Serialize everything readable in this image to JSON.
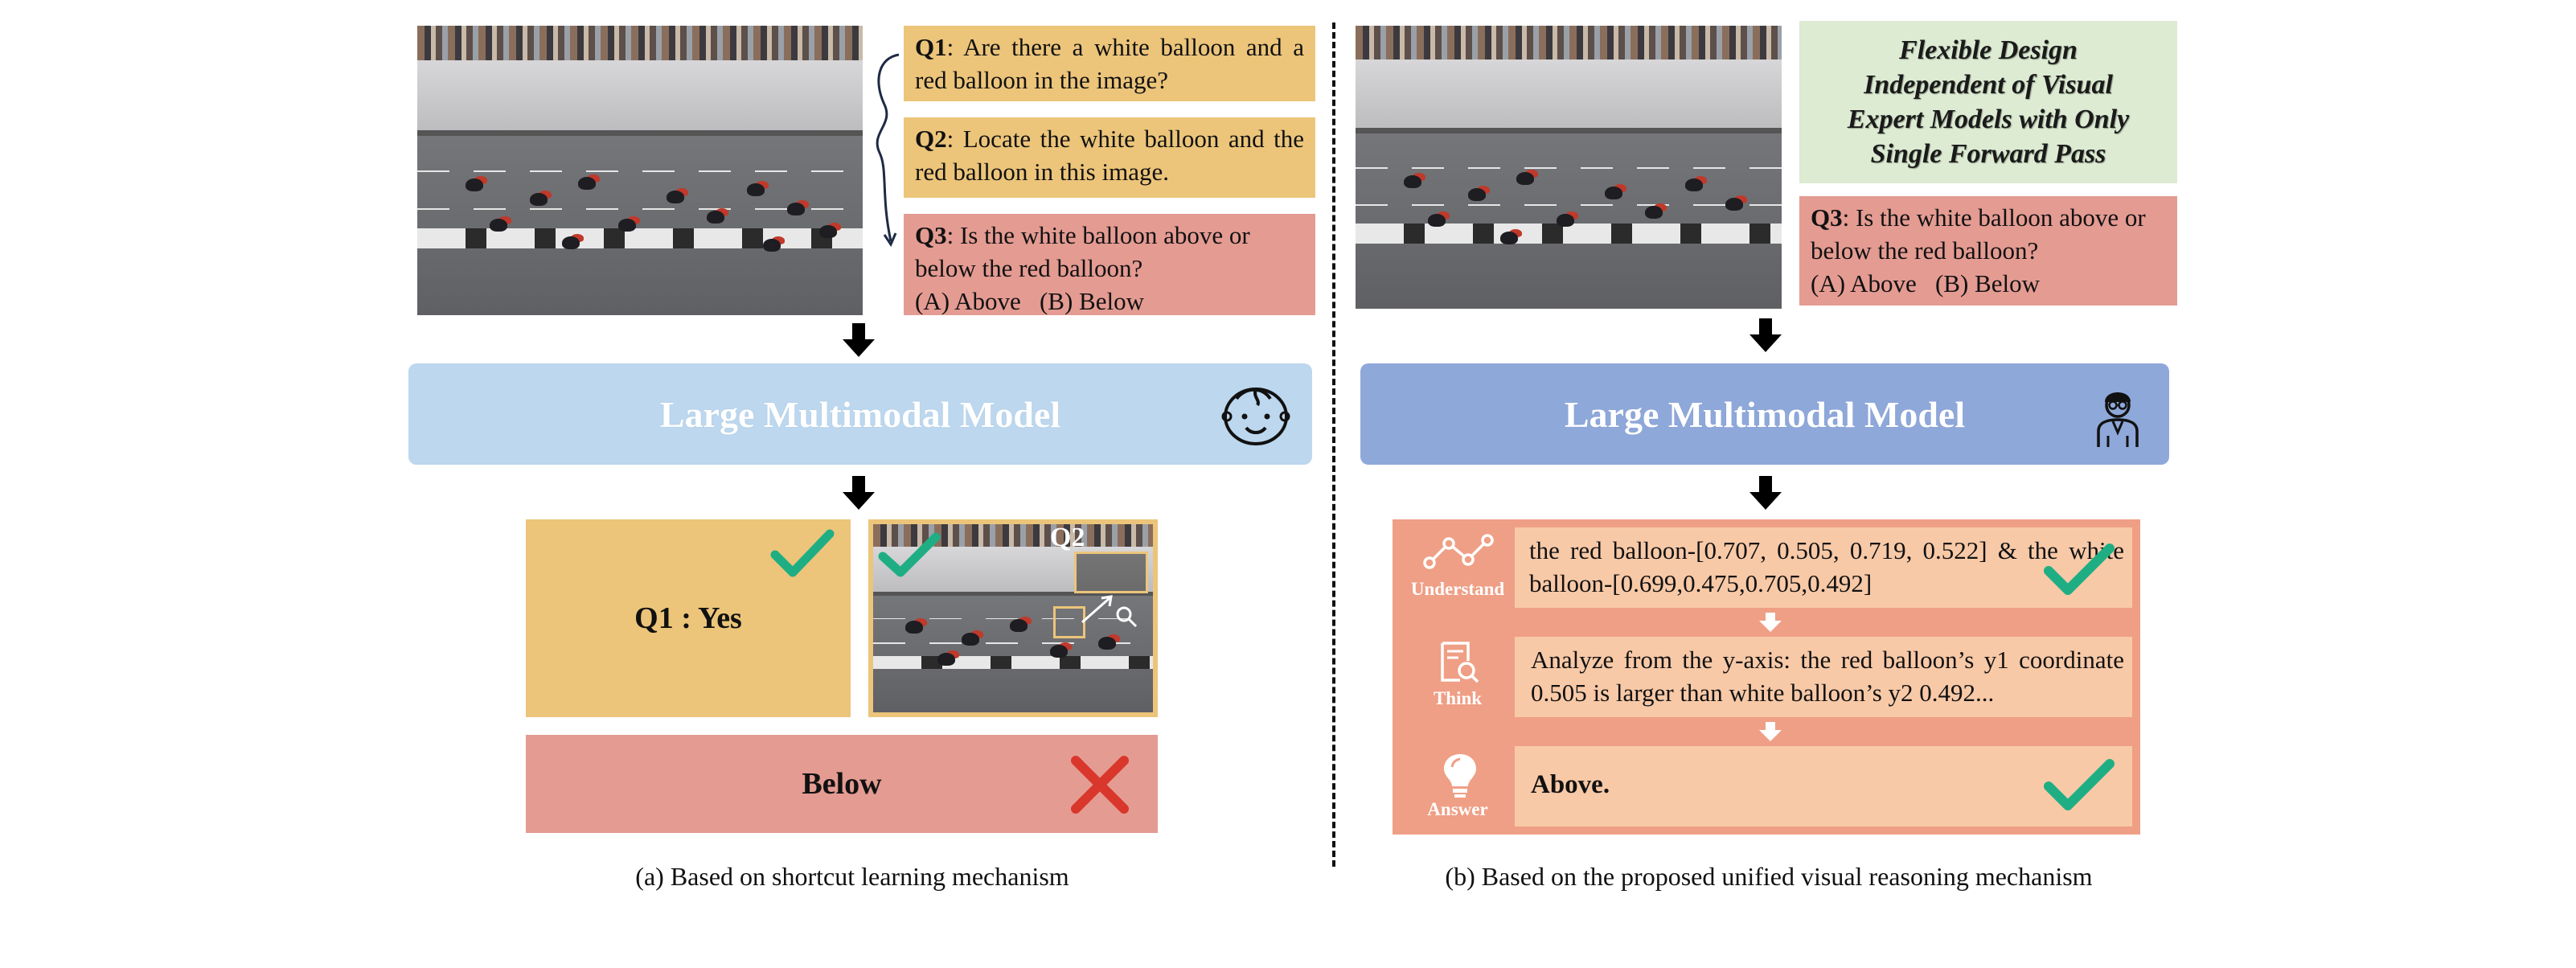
{
  "left": {
    "q1": {
      "label": "Q1",
      "text": ": Are there a white balloon and a red balloon in the image?"
    },
    "q2": {
      "label": "Q2",
      "text": ": Locate the white balloon and the red balloon in this image."
    },
    "q3": {
      "label": "Q3",
      "text": ": Is the white balloon above or below the red balloon?",
      "options": "(A) Above   (B) Below"
    },
    "model_label": "Large Multimodal Model",
    "result_q1": "Q1 : Yes",
    "result_q2_tag": "Q2",
    "answer": "Below",
    "caption": "(a) Based on shortcut learning mechanism"
  },
  "right": {
    "note": [
      "Flexible Design",
      "Independent of Visual",
      "Expert Models with Only",
      "Single Forward Pass"
    ],
    "q3": {
      "label": "Q3",
      "text": ": Is the white balloon above or below the red balloon?",
      "options": "(A) Above   (B) Below"
    },
    "model_label": "Large Multimodal Model",
    "steps": [
      {
        "label": "Understand",
        "text": "the red balloon-[0.707, 0.505, 0.719, 0.522] & the white balloon-[0.699,0.475,0.705,0.492]"
      },
      {
        "label": "Think",
        "text": "Analyze from the y-axis: the red balloon’s y1 coordinate 0.505 is larger than white balloon’s y2 0.492..."
      },
      {
        "label": "Answer",
        "text": "Above."
      }
    ],
    "caption": "(b) Based on the proposed unified visual reasoning mechanism"
  },
  "colors": {
    "yellow": "#ecc57a",
    "red_box": "#e49b92",
    "model_left": "#bcd7ee",
    "model_right": "#8fa8da",
    "green_check": "#1fae84",
    "red_cross": "#d9372b",
    "step_frame": "#ef9f85",
    "step_row": "#f8c9a7",
    "note_green": "#dcebd2"
  }
}
